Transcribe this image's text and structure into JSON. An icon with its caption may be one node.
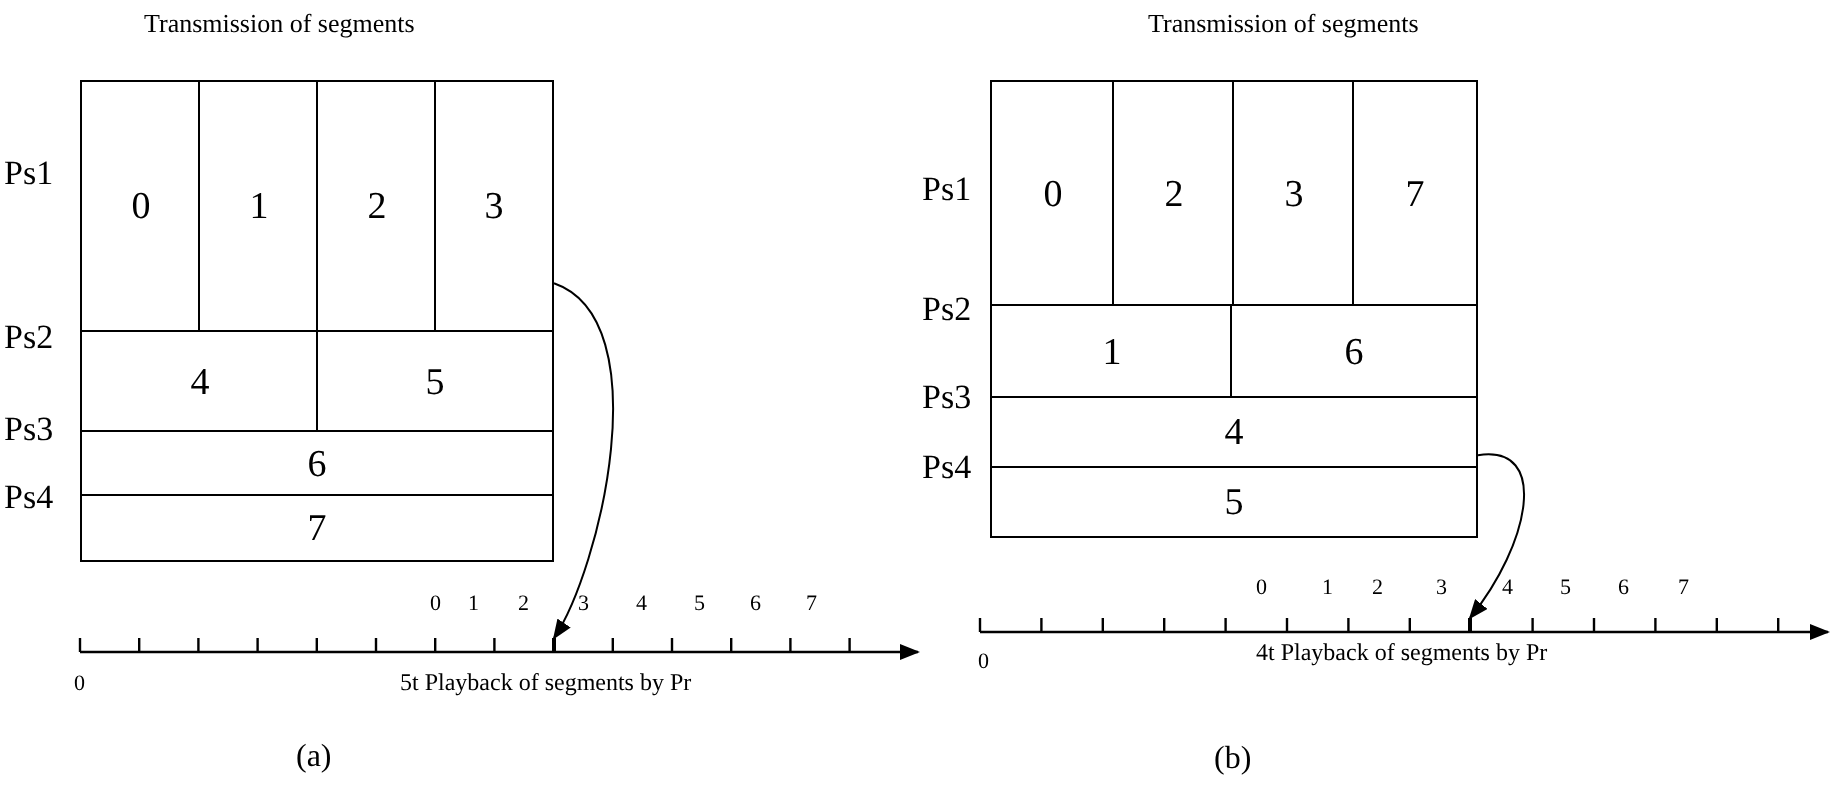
{
  "diagram": {
    "nodes": [
      {
        "text": [
          "0"
        ]
      },
      {
        "text": [
          "1"
        ]
      },
      {
        "text": [
          "2"
        ]
      },
      {
        "text": [
          "3"
        ]
      },
      {
        "text": [
          "4"
        ]
      },
      {
        "text": [
          "5"
        ]
      },
      {
        "text": [
          "6"
        ]
      },
      {
        "text": [
          "7"
        ]
      },
      {
        "text": [
          "0"
        ]
      },
      {
        "text": [
          "2"
        ]
      },
      {
        "text": [
          "3"
        ]
      },
      {
        "text": [
          "7"
        ]
      },
      {
        "text": [
          "1"
        ]
      },
      {
        "text": [
          "6"
        ]
      },
      {
        "text": [
          "4"
        ]
      },
      {
        "text": [
          "5"
        ]
      },
      {
        "text": [],
        "shape": "bar"
      },
      {
        "text": [],
        "shape": "bar"
      }
    ],
    "edges": [
      {
        "from": 3,
        "to": 16,
        "arrow": "to"
      },
      {
        "from": 14,
        "to": 17,
        "arrow": "to"
      }
    ],
    "labels": [
      "Transmission of segments",
      "Ps1",
      "Ps2",
      "Ps3",
      "Ps4",
      "0",
      "1",
      "2",
      "3",
      "4",
      "5",
      "6",
      "7",
      "0",
      "5t Playback of segments by Pr",
      "(a)",
      "Transmission of segments",
      "Ps1",
      "Ps2",
      "Ps3",
      "Ps4",
      "0",
      "1",
      "2",
      "3",
      "4",
      "5",
      "6",
      "7",
      "0",
      "4t Playback of segments by Pr",
      "(b)"
    ]
  }
}
